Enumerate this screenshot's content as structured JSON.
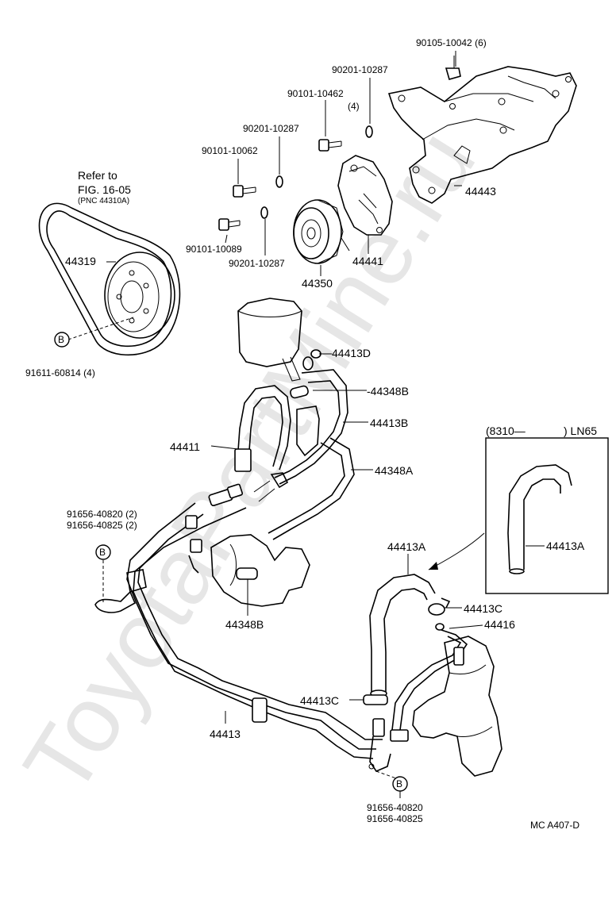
{
  "watermark": "ToyotaPartMine.ru",
  "diagram_code": "MC  A407-D",
  "refer_note": {
    "line1": "Refer to",
    "line2": "FIG. 16-05",
    "line3": "(PNC 44310A)"
  },
  "inset": {
    "title_left": "(8310—",
    "title_right": ") LN65",
    "part": "44413A"
  },
  "callout_letter": "B",
  "labels": {
    "p90105": "90105-10042 (6)",
    "p90201a": "90201-10287",
    "p90101a": "90101-10462",
    "p90101a_qty": "(4)",
    "p90201b": "90201-10287",
    "p90101b": "90101-10062",
    "p90101c": "90101-10089",
    "p90201c": "90201-10287",
    "p44443": "44443",
    "p44441": "44441",
    "p44350": "44350",
    "p44319": "44319",
    "p91611": "91611-60814 (4)",
    "p44413D": "44413D",
    "p44348B_top": "-44348B",
    "p44413B": "44413B",
    "p44411": "44411",
    "p44348A": "44348A",
    "p91656a": "91656-40820 (2)",
    "p91656b": "91656-40825 (2)",
    "p44348B_bot": "44348B",
    "p44413A": "44413A",
    "p44413C_top": "44413C",
    "p44416": "44416",
    "p44413C_bot": "44413C",
    "p44413": "44413",
    "p91656c": "91656-40820",
    "p91656d": "91656-40825"
  }
}
